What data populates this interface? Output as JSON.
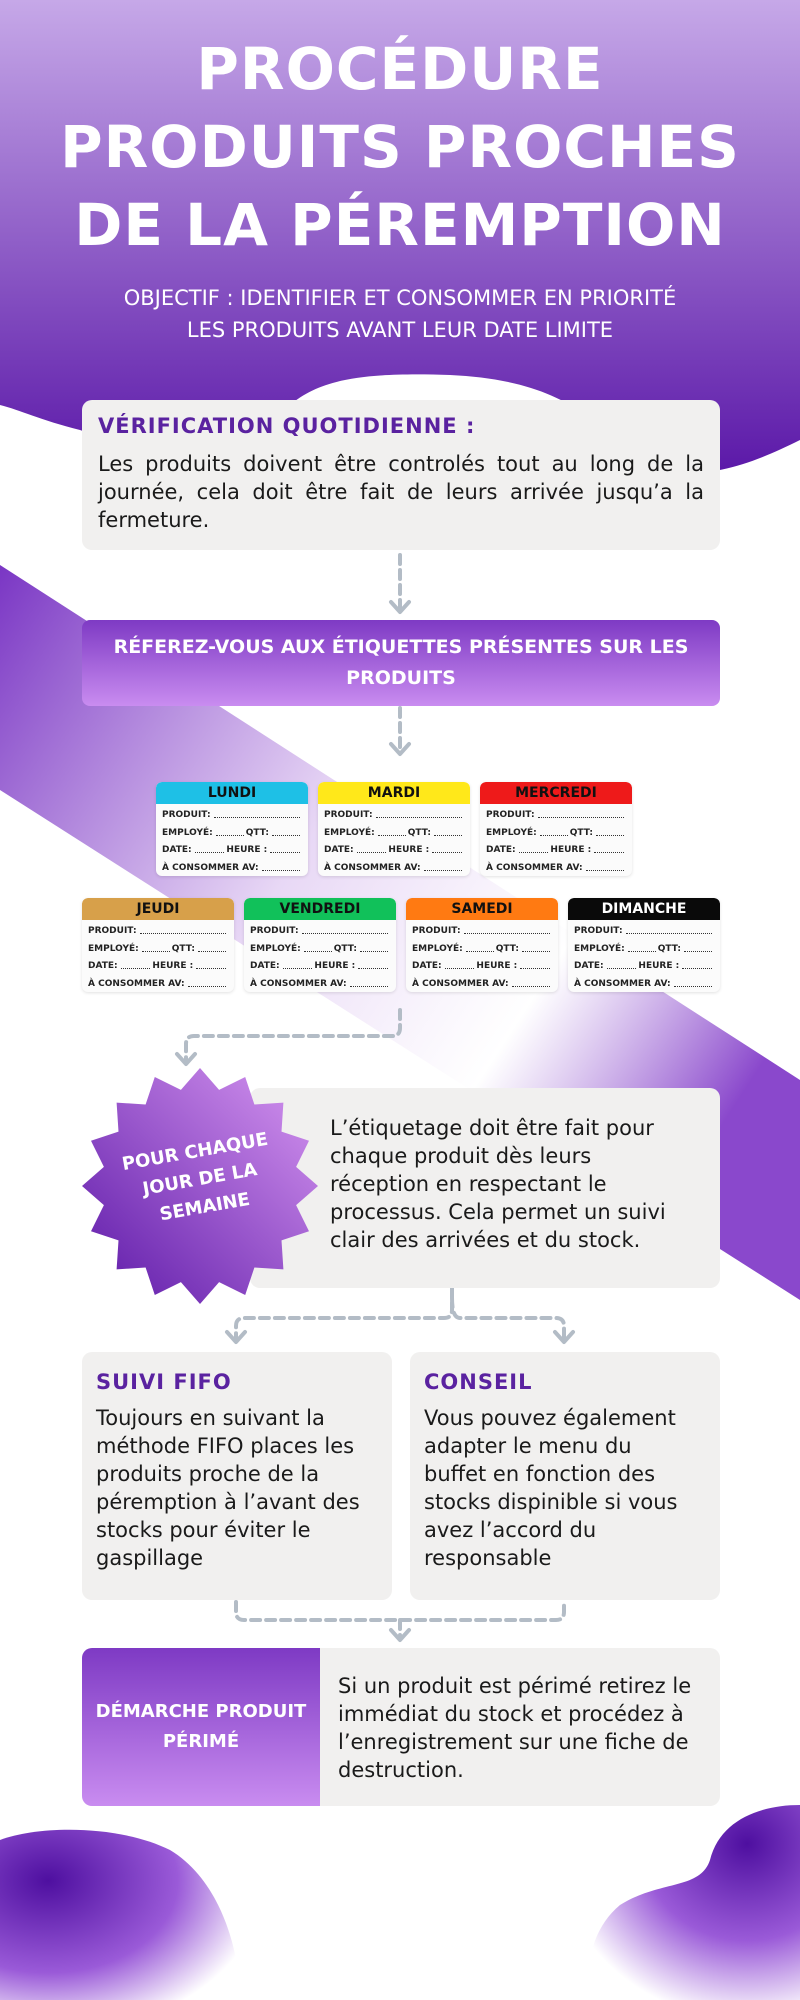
{
  "header": {
    "title_lines": [
      "PROCÉDURE",
      "PRODUITS PROCHES",
      "DE LA PÉREMPTION"
    ],
    "subtitle_lines": [
      "OBJECTIF : IDENTIFIER ET CONSOMMER EN PRIORITÉ",
      "LES PRODUITS AVANT LEUR DATE LIMITE"
    ]
  },
  "verification": {
    "title": "VÉRIFICATION QUOTIDIENNE :",
    "text": "Les produits doivent être controlés tout au long de la journée, cela doit être fait de leurs arrivée jusqu’a la fermeture."
  },
  "reference_banner": {
    "lines": [
      "RÉFEREZ-VOUS AUX ÉTIQUETTES PRÉSENTES SUR LES",
      "PRODUITS"
    ]
  },
  "label_fields": {
    "produit": "PRODUIT:",
    "employe": "EMPLOYÉ:",
    "qtt": "QTT:",
    "date": "DATE:",
    "heure": "HEURE :",
    "consommer": "À CONSOMMER AV:"
  },
  "days": [
    {
      "name": "LUNDI",
      "color": "#1ec0e6"
    },
    {
      "name": "MARDI",
      "color": "#ffe81a"
    },
    {
      "name": "MERCREDI",
      "color": "#ee1a1a"
    },
    {
      "name": "JEUDI",
      "color": "#d7a04a"
    },
    {
      "name": "VENDREDI",
      "color": "#11c15a"
    },
    {
      "name": "SAMEDI",
      "color": "#ff7a12"
    },
    {
      "name": "DIMANCHE",
      "color": "#0a0a0a"
    }
  ],
  "labelling": {
    "badge_lines": [
      "POUR CHAQUE",
      "JOUR DE LA",
      "SEMAINE"
    ],
    "text_lines": [
      "L’étiquetage doit être fait pour",
      "chaque produit dès leurs",
      "réception en respectant le",
      "processus. Cela permet un suivi",
      "clair des arrivées et du stock."
    ]
  },
  "fifo": {
    "title": "SUIVI FIFO",
    "text_lines": [
      "Toujours en suivant la",
      "méthode FIFO places les",
      "produits proche de la",
      "péremption à l’avant des",
      "stocks pour éviter le",
      "gaspillage"
    ]
  },
  "conseil": {
    "title": "CONSEIL",
    "text_lines": [
      "Vous pouvez également",
      "adapter le menu du",
      "buffet en fonction des",
      "stocks dispinible si vous",
      "avez l’accord du",
      "responsable"
    ]
  },
  "perime": {
    "label_lines": [
      "DÉMARCHE PRODUIT",
      "PÉRIMÉ"
    ],
    "text_lines": [
      "Si un produit est périmé retirez le",
      "immédiat du stock et procédez à",
      "l’enregistrement sur une fiche de",
      "destruction."
    ]
  },
  "colors": {
    "primary_purple": "#6a25b8",
    "light_purple": "#d89bf5",
    "card_gray": "#f1f0ef",
    "connector_gray": "#b3bcc6"
  }
}
